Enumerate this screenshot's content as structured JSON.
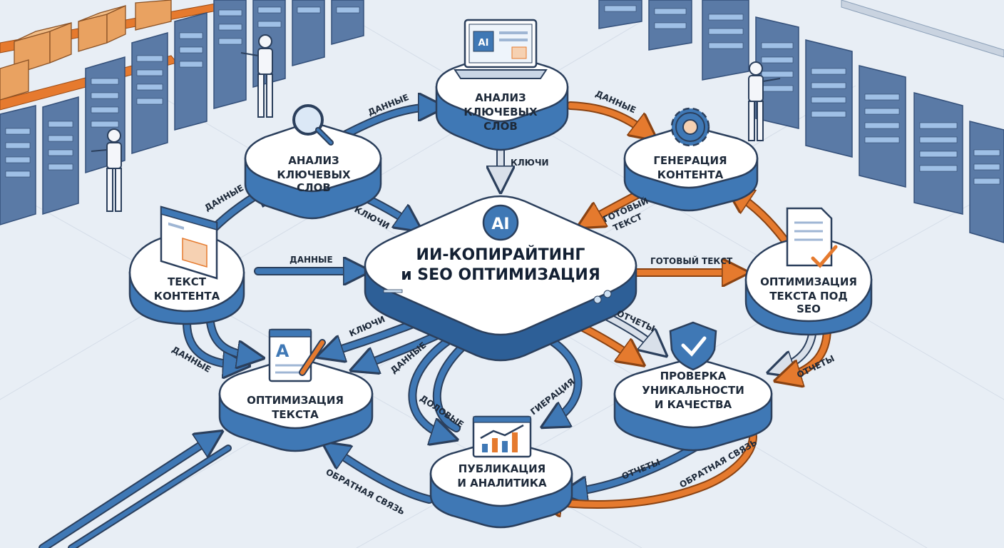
{
  "hub": {
    "badge": "AI",
    "title_line1": "ИИ-КОПИРАЙТИНГ",
    "title_line2": "и SEO ОПТИМИЗАЦИЯ"
  },
  "nodes": {
    "keyword_top": {
      "line1": "АНАЛИЗ",
      "line2": "КЛЮЧЕВЫХ",
      "line3": "СЛОВ"
    },
    "keyword_left": {
      "line1": "АНАЛИЗ",
      "line2": "КЛЮЧЕВЫХ",
      "line3": "СЛОВ"
    },
    "generation": {
      "line1": "ГЕНЕРАЦИЯ",
      "line2": "КОНТЕНТА"
    },
    "content_text": {
      "line1": "ТЕКСТ",
      "line2": "КОНТЕНТА"
    },
    "seo_opt": {
      "line1": "ОПТИМИЗАЦИЯ",
      "line2": "ТЕКСТА ПОД",
      "line3": "SEO"
    },
    "text_opt": {
      "line1": "ОПТИМИЗАЦИЯ",
      "line2": "ТЕКСТА"
    },
    "check": {
      "line1": "ПРОВЕРКА",
      "line2": "УНИКАЛЬНОСТИ",
      "line3": "И КАЧЕСТВА"
    },
    "publish": {
      "line1": "ПУБЛИКАЦИЯ",
      "line2": "И АНАЛИТИКА"
    }
  },
  "edges": {
    "data_to_top": "ДАННЫЕ",
    "top_to_gen": "ДАННЫЕ",
    "top_keys": "КЛЮЧИ",
    "content_to_left": "ДАННЫЕ",
    "left_keys": "КЛЮЧИ",
    "content_to_hub": "ДАННЫЕ",
    "gen_ready_1": "ГОТОВЫЙ",
    "gen_ready_2": "ТЕКСТ",
    "hub_ready": "ГОТОВЫЙ ТЕКСТ",
    "hub_keys_out": "КЛЮЧИ",
    "hub_data_out": "ДАННЫЕ",
    "content_data_down": "ДАННЫЕ",
    "hub_reports": "ОТЧЕТЫ",
    "seo_reports": "ОТЧЕТЫ",
    "pub_left": "ДОЛОВЫЕ",
    "pub_right": "ГИЕРАЦИЯ",
    "check_reports": "ОТЧЕТЫ",
    "feedback_left": "ОБРАТНАЯ СВЯЗЬ",
    "feedback_right": "ОБРАТНАЯ СВЯЗЬ"
  },
  "icons": {
    "laptop_badge": "AI",
    "doc_letter": "A"
  },
  "colors": {
    "blue_arrow": "#3f78b5",
    "orange_arrow": "#e57a2e",
    "gray_arrow": "#c3ccd8",
    "node_side": "#3f78b5",
    "outline": "#2b3f5c"
  }
}
